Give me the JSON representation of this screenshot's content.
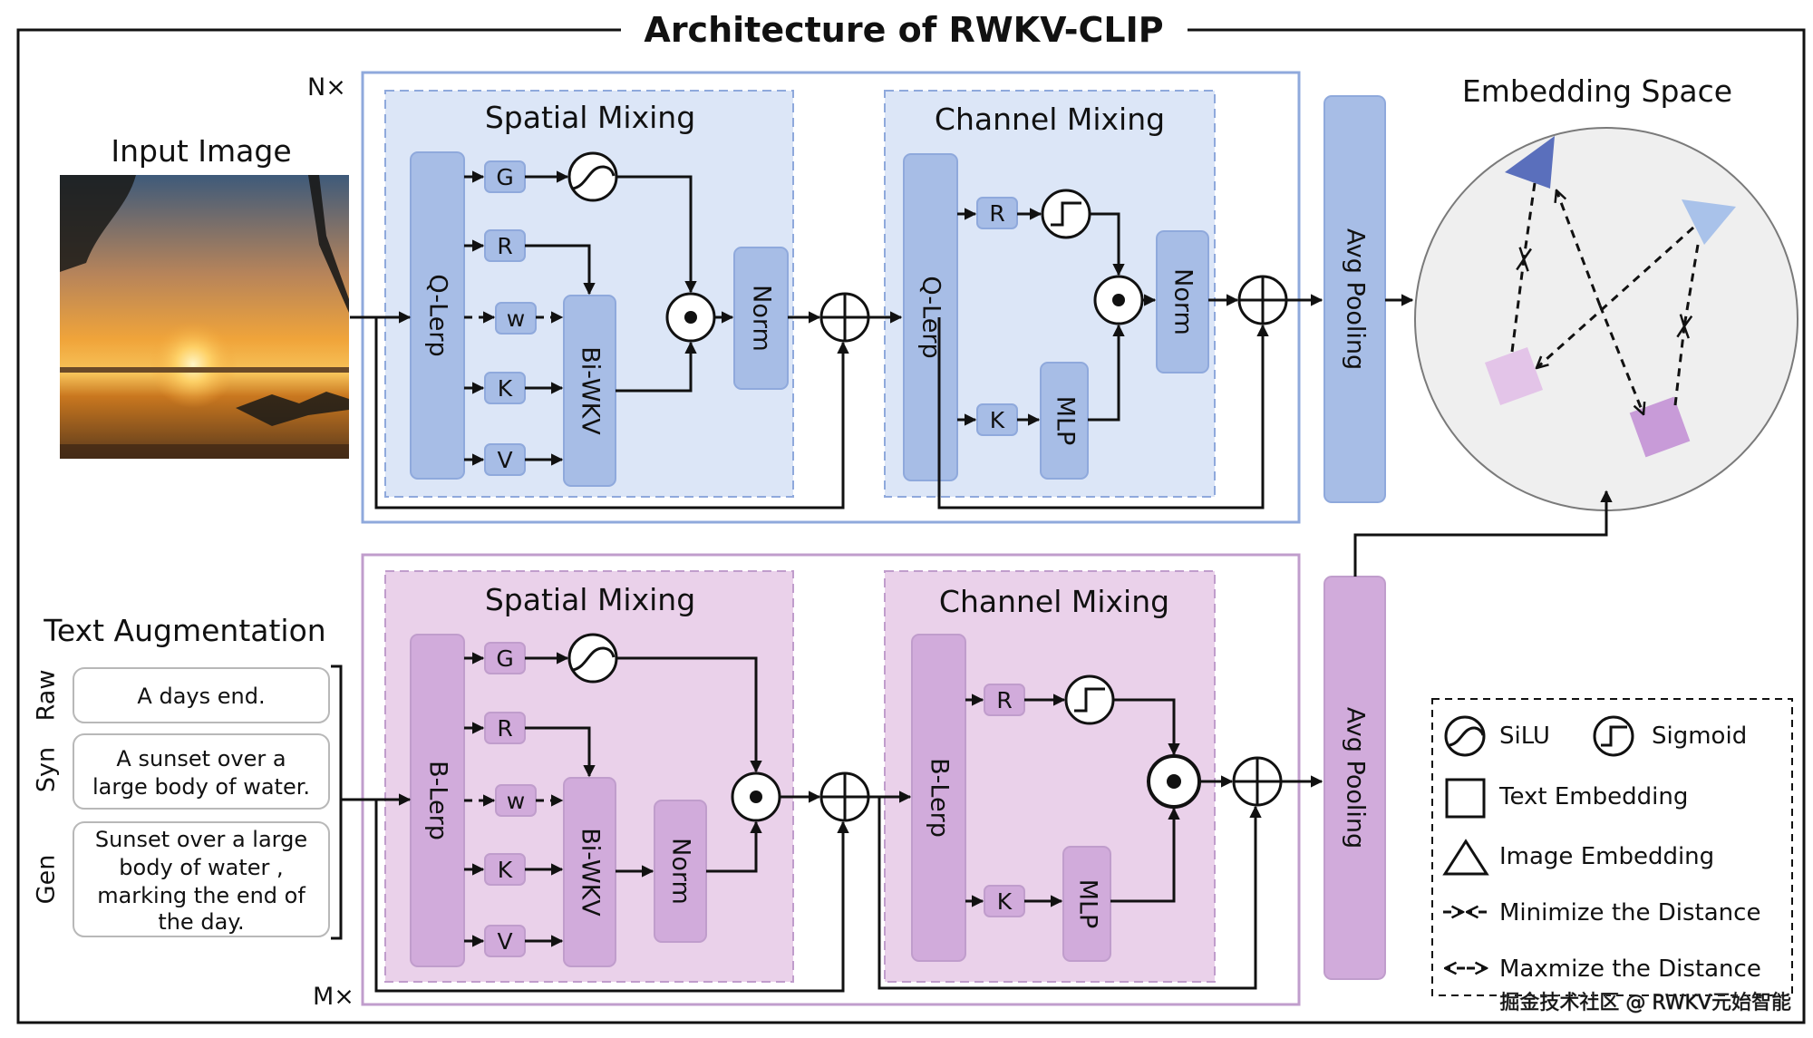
{
  "title": "Architecture of RWKV-CLIP",
  "input_image_label": "Input Image",
  "image_stack": {
    "top_repeat": "N×",
    "bottom_repeat": "M×"
  },
  "spatial_mixing": {
    "title": "Spatial Mixing",
    "image_lerp": "Q-Lerp",
    "text_lerp": "B-Lerp",
    "gates": [
      "G",
      "R",
      "w",
      "K",
      "V"
    ],
    "wkv": "Bi-WKV",
    "norm": "Norm"
  },
  "channel_mixing": {
    "title": "Channel Mixing",
    "image_lerp": "Q-Lerp",
    "text_lerp": "B-Lerp",
    "gates": [
      "R",
      "K"
    ],
    "mlp": "MLP",
    "norm": "Norm"
  },
  "avg_pooling": "Avg Pooling",
  "embedding_space": "Embedding Space",
  "text_augmentation": {
    "title": "Text Augmentation",
    "items": [
      {
        "tag": "Raw",
        "lines": [
          "A days end."
        ]
      },
      {
        "tag": "Syn",
        "lines": [
          "A sunset over a",
          "large body of water."
        ]
      },
      {
        "tag": "Gen",
        "lines": [
          "Sunset over a large",
          "body of water ,",
          "marking the end of",
          "the day."
        ]
      }
    ]
  },
  "legend": {
    "silu": "SiLU",
    "sigmoid": "Sigmoid",
    "text_embedding": "Text Embedding",
    "image_embedding": "Image Embedding",
    "minimize": "Minimize the Distance",
    "maximize": "Maxmize the Distance"
  },
  "watermark": "掘金技术社区 @ RWKV元始智能",
  "colors": {
    "image_branch_fill": "#dce6f7",
    "image_branch_block": "#a7bde6",
    "image_branch_border": "#8fa9dc",
    "text_branch_fill": "#ead1ea",
    "text_branch_block": "#d1abdb",
    "text_branch_border": "#c09dcc",
    "embedding_circle": "#efefef",
    "triangle_dark": "#5a6fbc",
    "triangle_light": "#a9c2ea",
    "square_light": "#e3c4e8",
    "square_dark": "#c89bd8"
  }
}
